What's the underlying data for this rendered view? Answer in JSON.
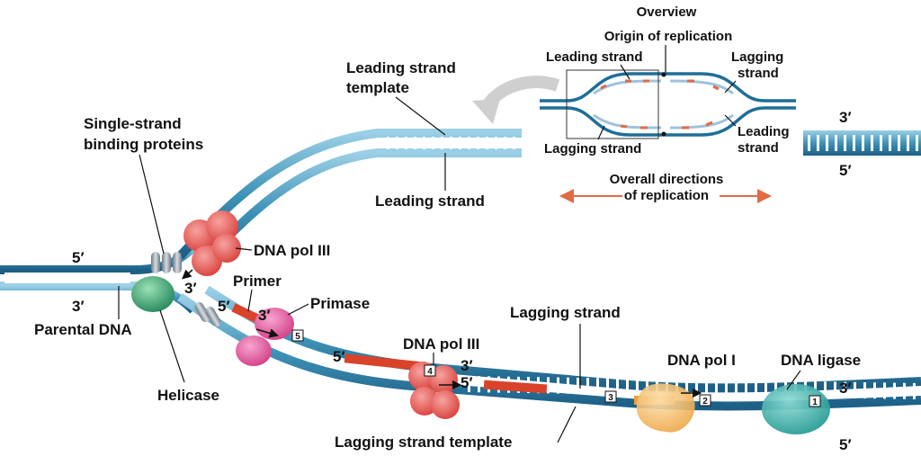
{
  "colors": {
    "strand": "#3f93b8",
    "strand_dark": "#1d5f86",
    "rungs": "#ffffff",
    "rna_primer": "#d9432a",
    "pol3": "#e5594f",
    "primase": "#e0457e",
    "helicase": "#2f9a6a",
    "ssb": "#9aa4ad",
    "pol1": "#f2b24a",
    "ligase": "#2aa5a0",
    "arrow": "#e06b45",
    "overview_arrow": "#cccccc"
  },
  "overview": {
    "title": "Overview",
    "origin": "Origin of replication",
    "leading_left": "Leading strand",
    "lagging_right_1": "Lagging",
    "lagging_right_2": "strand",
    "lagging_left": "Lagging strand",
    "leading_right_1": "Leading",
    "leading_right_2": "strand",
    "directions_1": "Overall directions",
    "directions_2": "of replication"
  },
  "labels": {
    "leading_template_1": "Leading strand",
    "leading_template_2": "template",
    "ssb_1": "Single-strand",
    "ssb_2": "binding proteins",
    "leading_strand": "Leading strand",
    "dna_pol_iii_top": "DNA pol III",
    "primer": "Primer",
    "primase": "Primase",
    "parental_dna": "Parental DNA",
    "helicase": "Helicase",
    "lagging_strand": "Lagging strand",
    "dna_pol_iii_bottom": "DNA pol III",
    "dna_pol_i": "DNA pol I",
    "dna_ligase": "DNA ligase",
    "lagging_template": "Lagging strand template"
  },
  "ends": {
    "right_top_3": "3′",
    "right_top_5": "5′",
    "parent_5": "5′",
    "parent_3": "3′",
    "fork_3": "3′",
    "primer_5": "5′",
    "primer_3": "3′",
    "frag_5_left": "5′",
    "frag_3": "3′",
    "frag_5_right": "5′",
    "bottom_3": "3′",
    "bottom_5": "5′"
  },
  "steps": [
    "1",
    "2",
    "3",
    "4",
    "5"
  ]
}
